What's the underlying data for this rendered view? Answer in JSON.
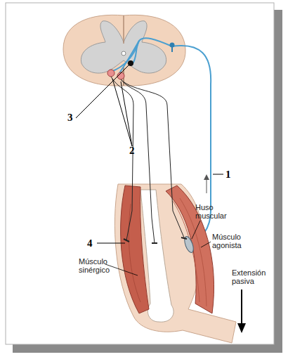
{
  "diagram": {
    "labels": [
      "1",
      "2",
      "3",
      "4",
      "Huso muscular",
      "Músculo agonista",
      "Músculo sinérgico",
      "Extensión pasiva"
    ]
  }
}
